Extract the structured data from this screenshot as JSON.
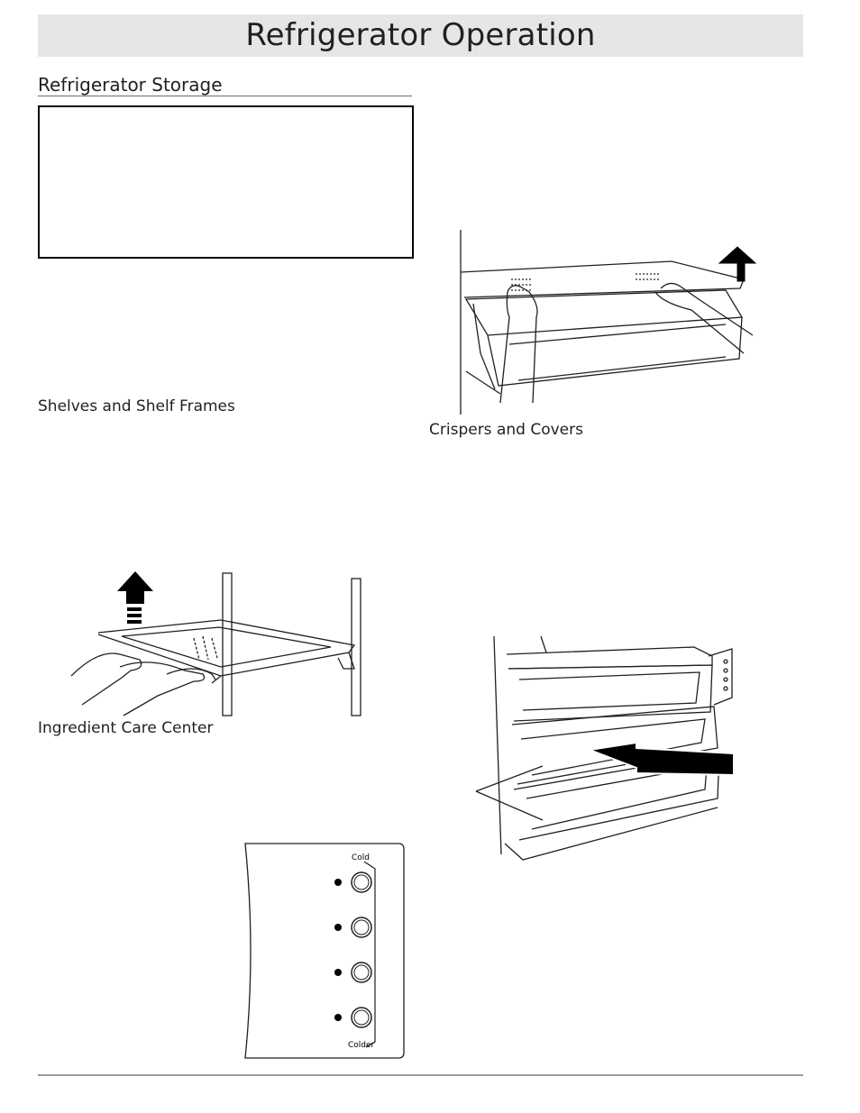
{
  "page": {
    "title": "Refrigerator Operation"
  },
  "section": {
    "heading": "Refrigerator Storage"
  },
  "captions": {
    "shelves": "Shelves and Shelf Frames",
    "crispers": "Crispers and Covers",
    "ingredient": "Ingredient Care Center"
  },
  "control_panel": {
    "top_label": "Cold",
    "bottom_label": "Colder"
  }
}
